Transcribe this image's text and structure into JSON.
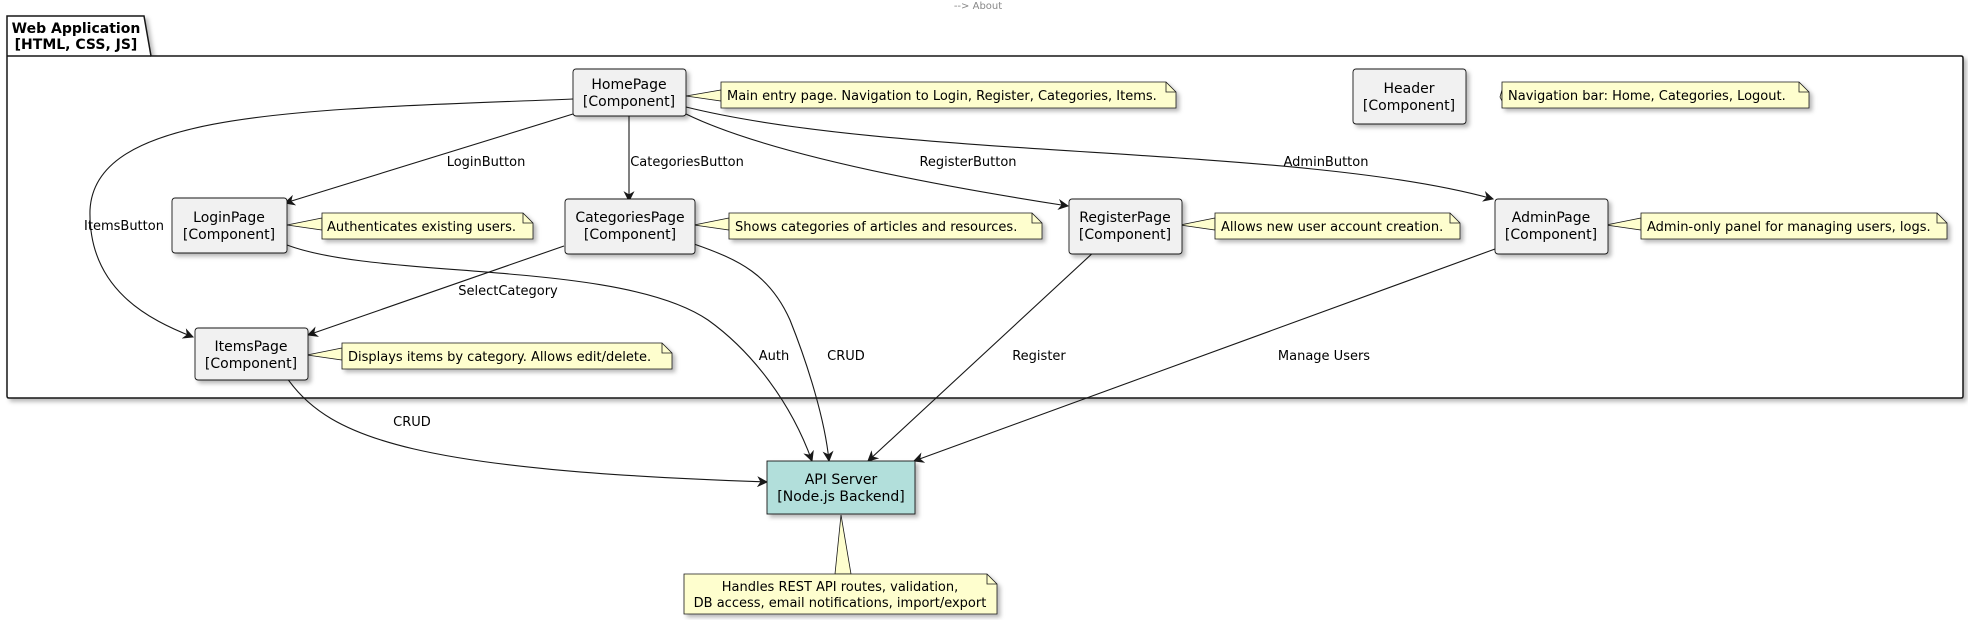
{
  "caption": "--> About",
  "package": {
    "line1": "Web Application",
    "line2": "[HTML, CSS, JS]"
  },
  "components": {
    "home": {
      "name": "HomePage",
      "tech": "[Component]"
    },
    "header": {
      "name": "Header",
      "tech": "[Component]"
    },
    "login": {
      "name": "LoginPage",
      "tech": "[Component]"
    },
    "categories": {
      "name": "CategoriesPage",
      "tech": "[Component]"
    },
    "register": {
      "name": "RegisterPage",
      "tech": "[Component]"
    },
    "admin": {
      "name": "AdminPage",
      "tech": "[Component]"
    },
    "items": {
      "name": "ItemsPage",
      "tech": "[Component]"
    },
    "api": {
      "name": "API Server",
      "tech": "[Node.js Backend]"
    }
  },
  "notes": {
    "home": "Main entry page. Navigation to Login, Register, Categories, Items.",
    "header": "Navigation bar: Home, Categories, Logout.",
    "login": "Authenticates existing users.",
    "categories": "Shows categories of articles and resources.",
    "register": "Allows new user account creation.",
    "admin": "Admin-only panel for managing users, logs.",
    "items": "Displays items by category. Allows edit/delete.",
    "api_line1": "Handles REST API routes, validation,",
    "api_line2": "DB access, email notifications, import/export"
  },
  "edges": {
    "login_button": "LoginButton",
    "categories_button": "CategoriesButton",
    "register_button": "RegisterButton",
    "admin_button": "AdminButton",
    "items_button": "ItemsButton",
    "select_category": "SelectCategory",
    "auth": "Auth",
    "crud_categories": "CRUD",
    "register": "Register",
    "manage_users": "Manage Users",
    "crud_items": "CRUD"
  },
  "colors": {
    "component_fill": "#f1f1f1",
    "api_fill": "#b2dfdb",
    "note_fill": "#fefece",
    "border": "#181818"
  }
}
